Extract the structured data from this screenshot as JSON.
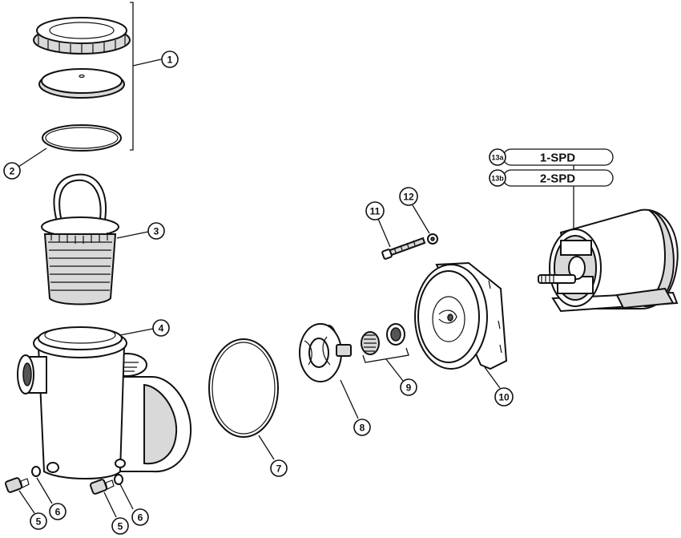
{
  "callouts": {
    "c1": "1",
    "c2": "2",
    "c3": "3",
    "c4": "4",
    "c5a": "5",
    "c5b": "5",
    "c6a": "6",
    "c6b": "6",
    "c7": "7",
    "c8": "8",
    "c9": "9",
    "c10": "10",
    "c11": "11",
    "c12": "12",
    "c13a": "13a",
    "c13b": "13b"
  },
  "motor_options": {
    "single_speed": "1-SPD",
    "two_speed": "2-SPD"
  }
}
